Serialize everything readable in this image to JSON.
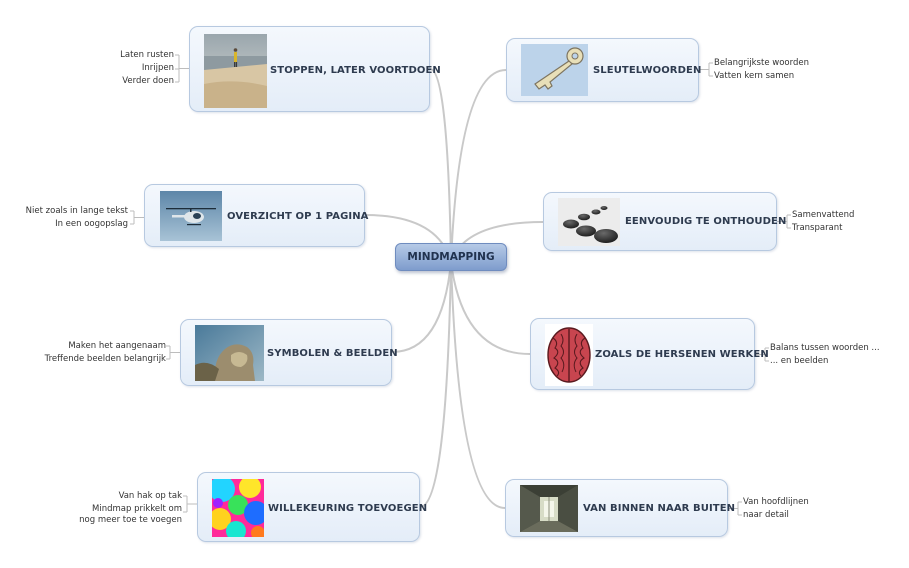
{
  "center": "MINDMAPPING",
  "branches": [
    {
      "id": "stoppen",
      "label": "STOPPEN, LATER VOORTDOEN",
      "image_icon": "beach-walker-icon",
      "notes": [
        "Laten rusten",
        "Inrijpen",
        "Verder doen"
      ]
    },
    {
      "id": "sleutel",
      "label": "SLEUTELWOORDEN",
      "image_icon": "key-icon",
      "notes": [
        "Belangrijkste woorden",
        "Vatten kern samen"
      ]
    },
    {
      "id": "overzicht",
      "label": "OVERZICHT OP 1 PAGINA",
      "image_icon": "helicopter-icon",
      "notes": [
        "Niet zoals in lange tekst",
        "In een oogopslag"
      ]
    },
    {
      "id": "eenvoudig",
      "label": "EENVOUDIG TE ONTHOUDEN",
      "image_icon": "stepping-stones-icon",
      "notes": [
        "Samenvattend",
        "Transparant"
      ]
    },
    {
      "id": "symbolen",
      "label": "SYMBOLEN & BEELDEN",
      "image_icon": "statue-icon",
      "notes": [
        "Maken het aangenaam",
        "Treffende beelden belangrijk"
      ]
    },
    {
      "id": "hersenen",
      "label": "ZOALS DE HERSENEN WERKEN",
      "image_icon": "brain-icon",
      "notes": [
        "Balans tussen woorden ...",
        "...  en beelden"
      ]
    },
    {
      "id": "willekeuring",
      "label": "WILLEKEURING TOEVOEGEN",
      "image_icon": "color-blobs-icon",
      "notes": [
        "Van hak op tak",
        "Mindmap prikkelt om\nnog meer toe te voegen"
      ]
    },
    {
      "id": "binnen",
      "label": "VAN BINNEN NAAR BUITEN",
      "image_icon": "corridor-icon",
      "notes": [
        "Van hoofdlijnen",
        "naar detail"
      ]
    }
  ],
  "colors": {
    "line": "#c9c9c9",
    "node_border": "#b7c9e0",
    "center_fill": "#8fa9d6"
  }
}
